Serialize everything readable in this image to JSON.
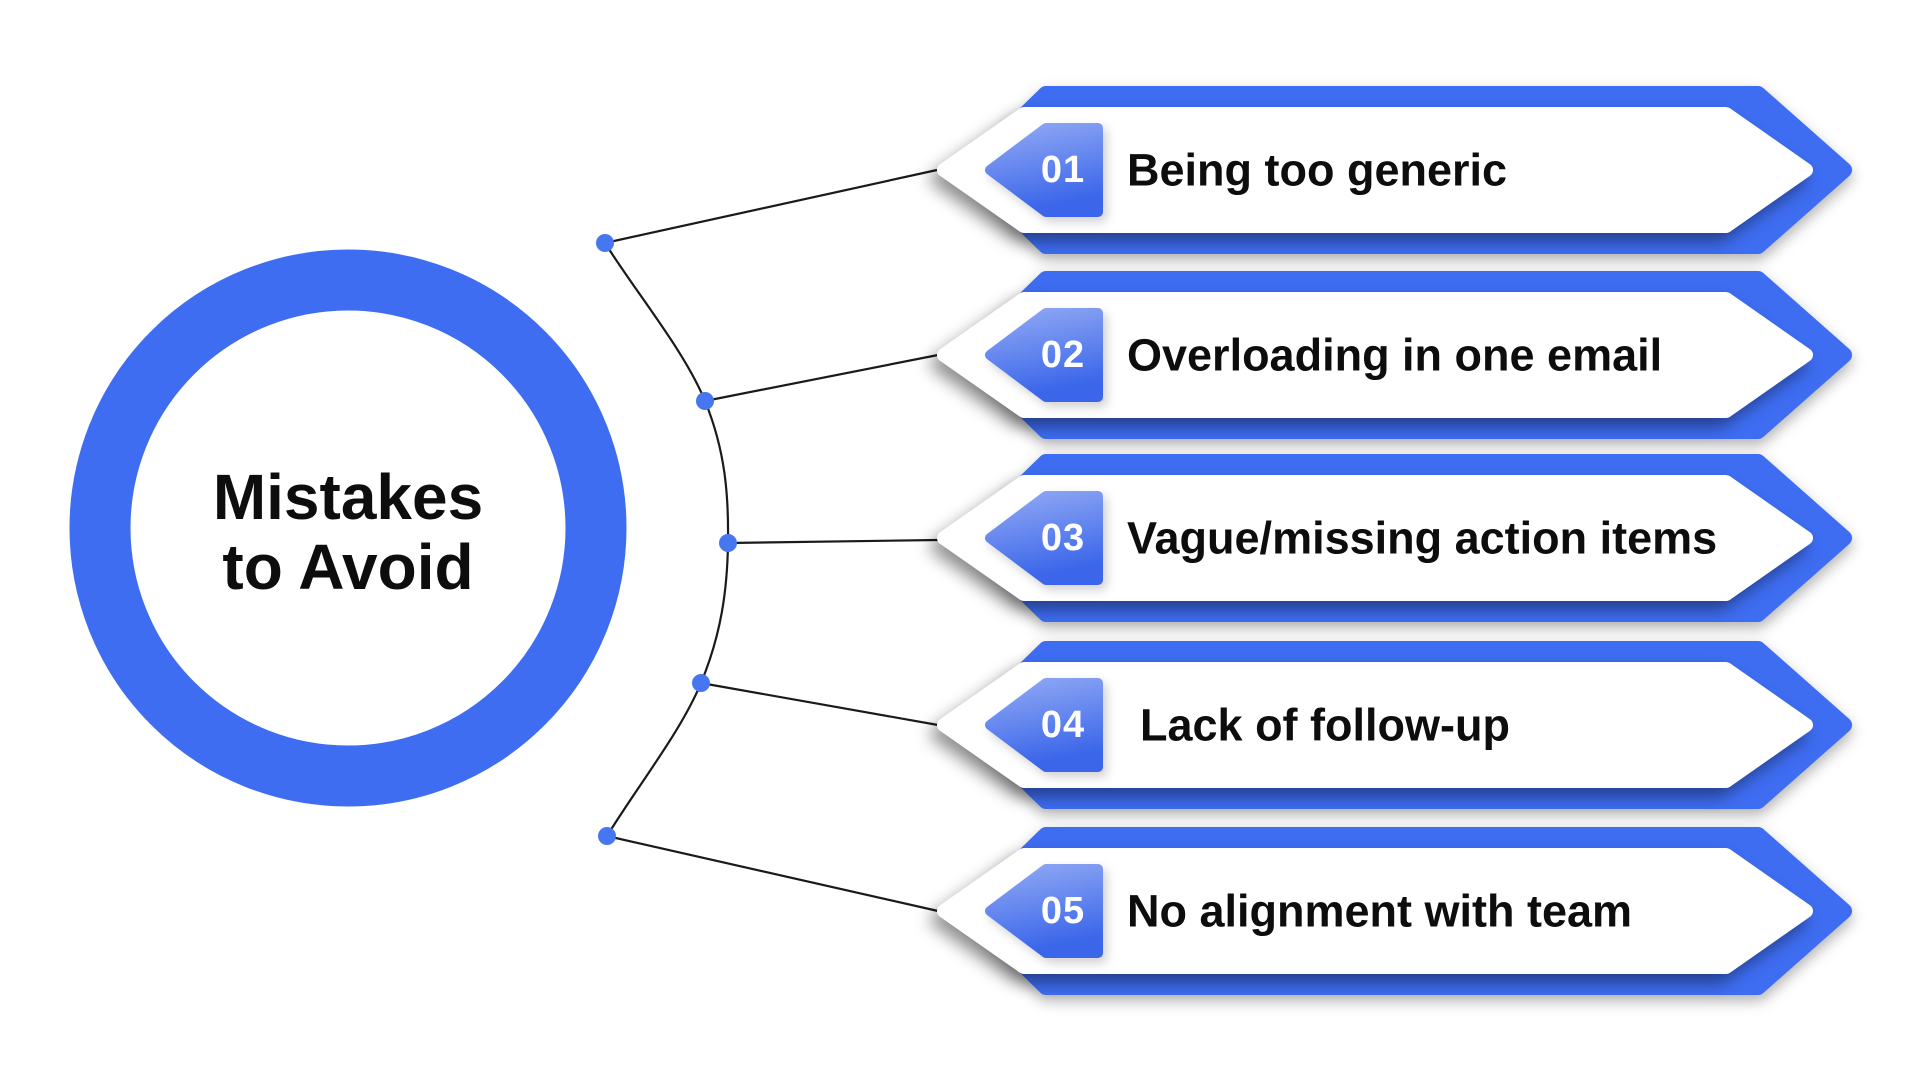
{
  "title": {
    "text": "Mistakes\nto Avoid"
  },
  "colors": {
    "primary_blue": "#3E6DF2",
    "badge_light": "#8FA8F4",
    "badge_dark": "#3B66EA",
    "dot_blue": "#4677F0",
    "line_dark": "#1a1a1a",
    "label_text": "#0d0d0d",
    "background": "#ffffff"
  },
  "banners": [
    {
      "number": "01",
      "label": "Being too generic"
    },
    {
      "number": "02",
      "label": "Overloading in one email"
    },
    {
      "number": "03",
      "label": "Vague/missing action items"
    },
    {
      "number": "04",
      "label": "Lack of follow-up"
    },
    {
      "number": "05",
      "label": "No alignment with team"
    }
  ]
}
